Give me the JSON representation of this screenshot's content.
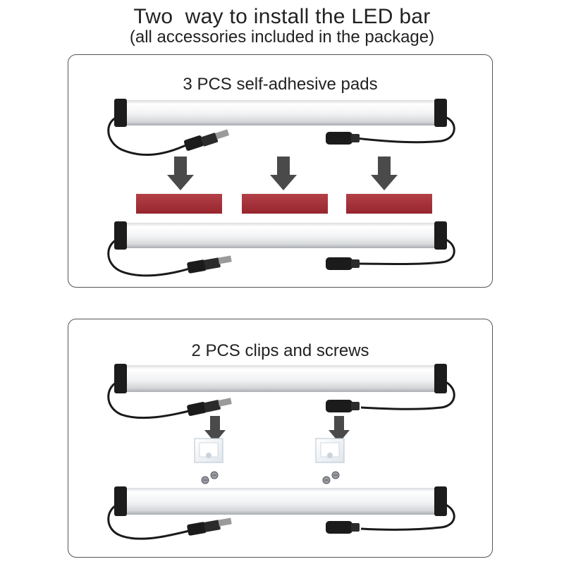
{
  "header": {
    "title": "Two  way to install the LED bar",
    "subtitle": "(all accessories included in the package)"
  },
  "methods": [
    {
      "label": "3 PCS self-adhesive pads",
      "accessory": "adhesive-pad",
      "count": 3
    },
    {
      "label": "2 PCS clips and screws",
      "accessory": "mounting-clip",
      "count": 2
    }
  ],
  "colors": {
    "pad": "#a8343b",
    "arrow": "#4a4a4a",
    "bar_end_cap": "#1c1c1c",
    "border": "#555555"
  }
}
